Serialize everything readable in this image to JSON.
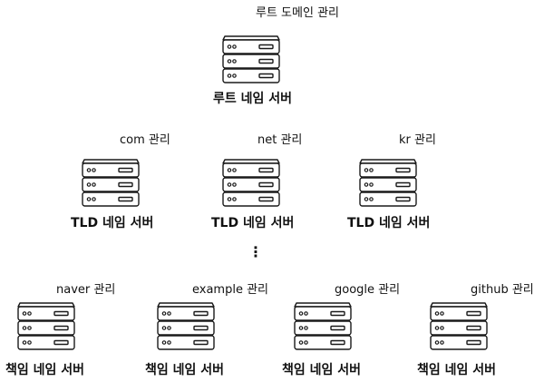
{
  "root": {
    "manages": "루트 도메인 관리",
    "name": "루트 네임 서버"
  },
  "tld": [
    {
      "manages": "com 관리",
      "name": "TLD 네임 서버"
    },
    {
      "manages": "net 관리",
      "name": "TLD 네임 서버"
    },
    {
      "manages": "kr 관리",
      "name": "TLD 네임 서버"
    }
  ],
  "ellipsis": "⋮",
  "authoritative": [
    {
      "manages": "naver 관리",
      "name": "책임 네임 서버"
    },
    {
      "manages": "example 관리",
      "name": "책임 네임 서버"
    },
    {
      "manages": "google 관리",
      "name": "책임 네임 서버"
    },
    {
      "manages": "github 관리",
      "name": "책임 네임 서버"
    }
  ],
  "icons": {
    "server": "server-stack-icon"
  }
}
